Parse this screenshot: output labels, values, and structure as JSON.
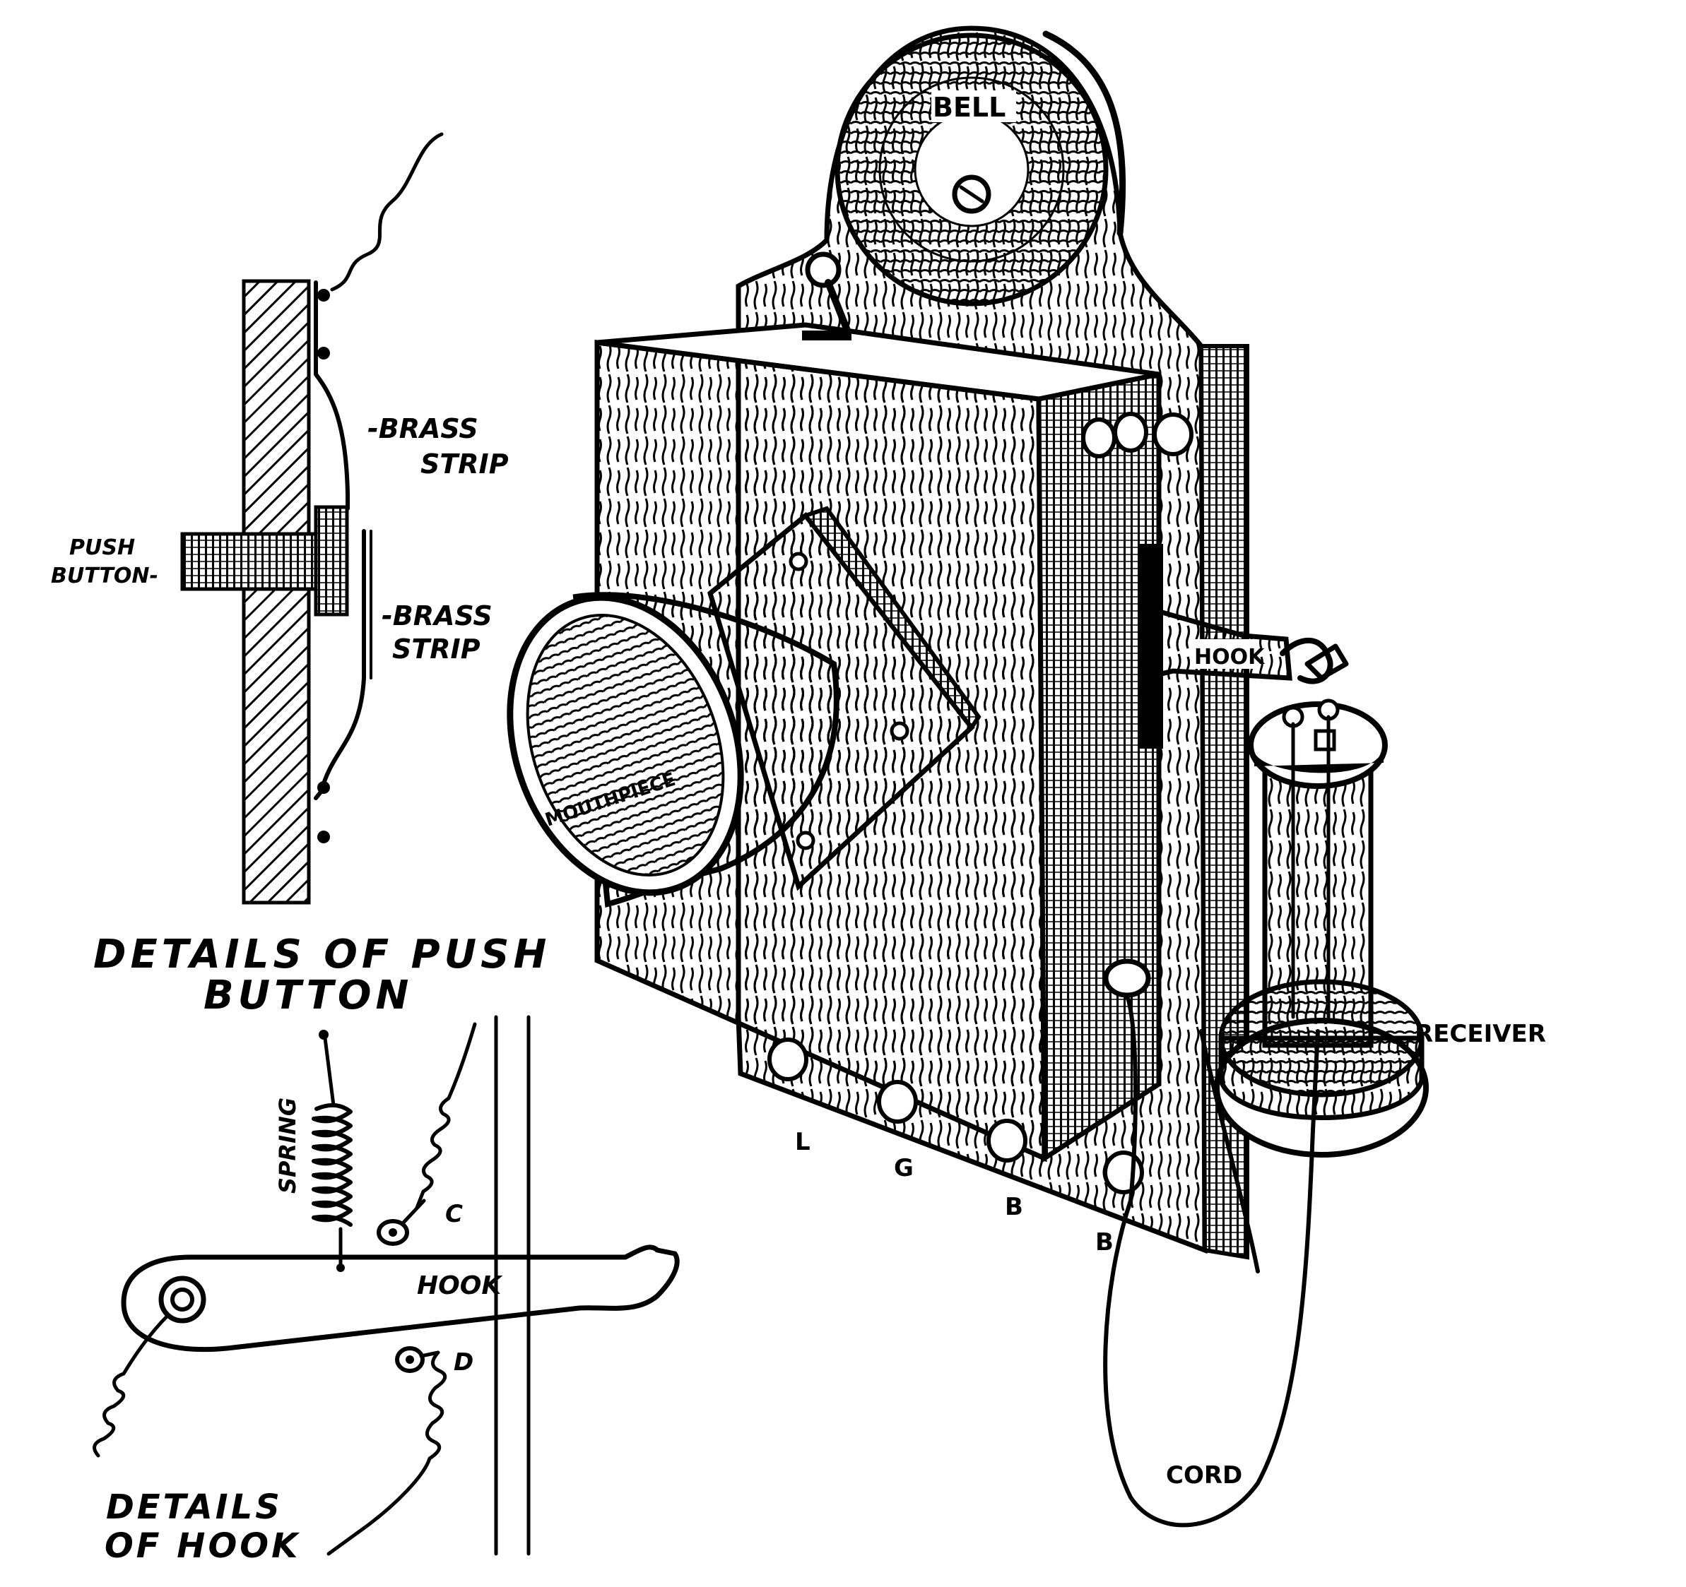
{
  "colors": {
    "ink": "#000000",
    "paper": "#ffffff"
  },
  "push_button_detail": {
    "label_upper_strip": [
      "-BRASS",
      "STRIP"
    ],
    "label_push_button": [
      "PUSH",
      "BUTTON-"
    ],
    "label_lower_strip": [
      "-BRASS",
      "STRIP"
    ],
    "caption": [
      "DETAILS OF PUSH",
      "BUTTON"
    ]
  },
  "hook_detail": {
    "label_spring": "SPRING",
    "label_c": "C",
    "label_hook": "HOOK",
    "label_d": "D",
    "caption": [
      "DETAILS",
      "OF HOOK"
    ]
  },
  "telephone": {
    "label_bell": "BELL",
    "label_mouthpiece": "MOUTHPIECE",
    "label_hook": "HOOK",
    "label_receiver": "RECEIVER",
    "label_cord": "CORD",
    "terminals": [
      "L",
      "G",
      "B",
      "B"
    ]
  }
}
